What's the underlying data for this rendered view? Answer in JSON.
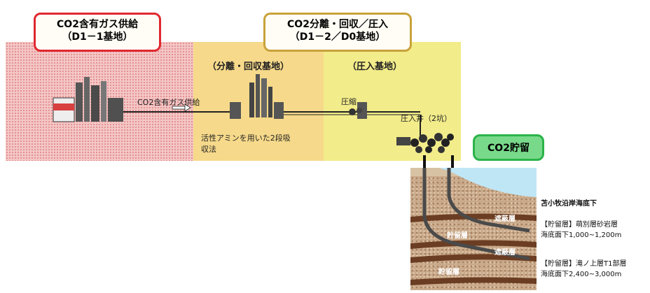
{
  "titles": {
    "supply_line1": "CO2含有ガス供給",
    "supply_line2": "（D1－1基地）",
    "separation_line1": "CO2分離・回収／圧入",
    "separation_line2": "（D1－2／D0基地）",
    "storage": "CO2貯留"
  },
  "section_labels": {
    "separation": "（分離・回収基地）",
    "injection": "（圧入基地）"
  },
  "flow": {
    "gas_supply_label": "CO2含有ガス供給",
    "compression_label": "圧縮",
    "injection_well_label": "圧入井（2坑）"
  },
  "process_note_line1": "活性アミンを用いた2段吸",
  "process_note_line2": "収法",
  "storage_info": {
    "location": "苫小牧沿岸海底下",
    "reservoir1_line1": "【貯留層】萌別層砂岩層",
    "reservoir1_line2": "海底面下1,000~1,200m",
    "reservoir2_line1": "【貯留層】滝ノ上層T1部層",
    "reservoir2_line2": "海底面下2,400~3,000m"
  },
  "ground_labels": {
    "cap1": "遮蔽層",
    "res1": "貯留層",
    "cap2": "遮蔽層",
    "res2": "貯留層"
  },
  "colors": {
    "supply_border": "#e0282f",
    "separation_border": "#c8a23a",
    "storage_fill": "#79d98a",
    "sea": "#bfe6f5"
  }
}
